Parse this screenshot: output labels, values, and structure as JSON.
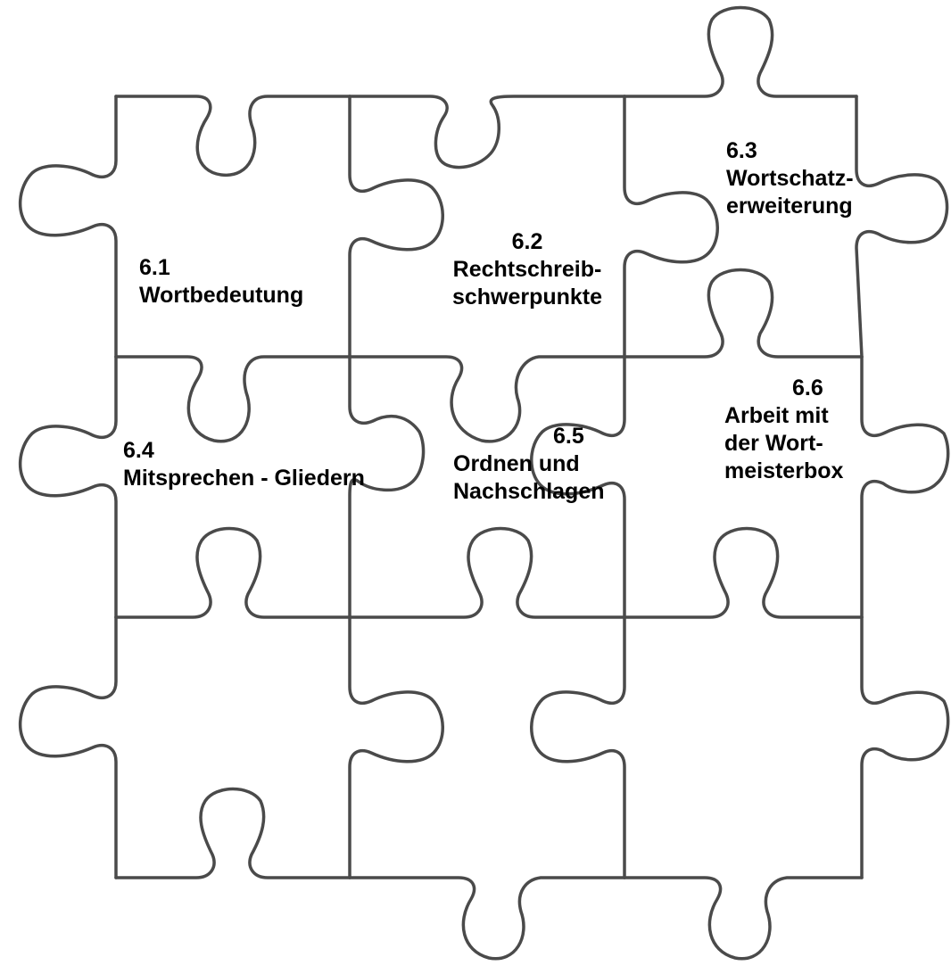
{
  "pieces": [
    {
      "id": "p1",
      "number": "6.1",
      "lines": [
        "Wortbedeutung"
      ]
    },
    {
      "id": "p2",
      "number": "6.2",
      "lines": [
        "Rechtschreib-",
        "schwerpunkte"
      ]
    },
    {
      "id": "p3",
      "number": "6.3",
      "lines": [
        "Wortschatz-",
        "erweiterung"
      ]
    },
    {
      "id": "p4",
      "number": "6.4",
      "lines": [
        "Mitsprechen - Gliedern"
      ]
    },
    {
      "id": "p5",
      "number": "6.5",
      "lines": [
        "Ordnen und",
        "Nachschlagen"
      ]
    },
    {
      "id": "p6",
      "number": "6.6",
      "lines": [
        "Arbeit mit",
        "der Wort-",
        "meisterbox"
      ]
    }
  ],
  "colors": {
    "outline": "#4a4a4a",
    "text": "#000000",
    "background": "#ffffff"
  }
}
